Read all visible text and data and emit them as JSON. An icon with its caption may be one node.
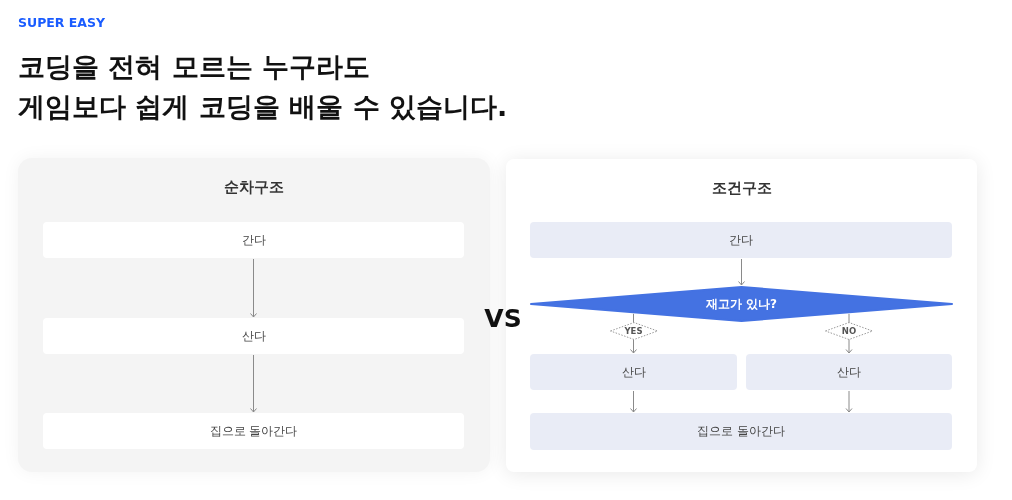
{
  "diagram": {
    "title": "코딩을 전혀 모르는 누구라도 게임보다 쉽게 코딩을 배울 수 있습니다.",
    "nodes": [
      {
        "text": [
          "순차구조"
        ]
      },
      {
        "text": [
          "간다"
        ],
        "in": 0
      },
      {
        "text": [
          "산다"
        ],
        "in": 0
      },
      {
        "text": [
          "집으로 돌아간다"
        ],
        "in": 0
      },
      {
        "text": [
          "조건구조"
        ]
      },
      {
        "text": [
          "간다"
        ],
        "in": 4
      },
      {
        "text": [
          "재고가 있나?"
        ],
        "in": 4
      },
      {
        "text": [
          "산다"
        ],
        "in": 4
      },
      {
        "text": [
          "산다"
        ],
        "in": 4
      },
      {
        "text": [
          "집으로 돌아간다"
        ],
        "in": 4
      }
    ],
    "edges": [
      {
        "from": 1,
        "to": 2,
        "arrow": "to"
      },
      {
        "from": 2,
        "to": 3,
        "arrow": "to"
      },
      {
        "from": 5,
        "to": 6,
        "arrow": "to"
      },
      {
        "from": 6,
        "to": 7,
        "arrow": "to",
        "label": "YES"
      },
      {
        "from": 6,
        "to": 8,
        "arrow": "to",
        "label": "NO"
      },
      {
        "from": 7,
        "to": 9,
        "arrow": "to"
      },
      {
        "from": 8,
        "to": 9,
        "arrow": "to"
      }
    ],
    "labels": [
      "SUPER EASY",
      "VS"
    ]
  }
}
